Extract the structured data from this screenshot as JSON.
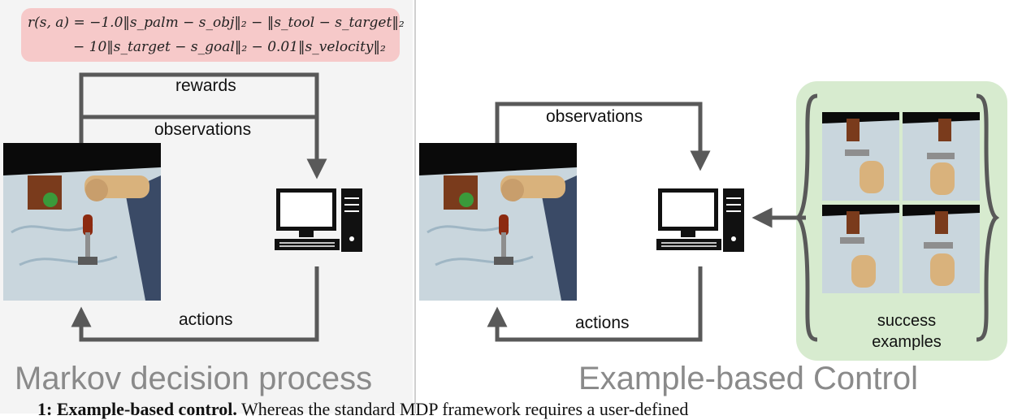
{
  "formula": {
    "line1": "r(s, a) = −1.0‖s_palm − s_obj‖₂ − ‖s_tool − s_target‖₂",
    "line2": "− 10‖s_target − s_goal‖₂ − 0.01‖s_velocity‖₂"
  },
  "left": {
    "rewards_label": "rewards",
    "observations_label": "observations",
    "actions_label": "actions",
    "title": "Markov decision process"
  },
  "right": {
    "observations_label": "observations",
    "actions_label": "actions",
    "title": "Example-based Control",
    "examples_caption_1": "success",
    "examples_caption_2": "examples"
  },
  "footer": {
    "bold_part": "1: Example-based control.",
    "rest": " Whereas the standard MDP framework requires a user-defined"
  },
  "colors": {
    "arrow": "#595959",
    "formula_bg": "#f6c9c9",
    "examples_bg": "#d7ebcf",
    "title_gray": "#8a8a8a"
  }
}
